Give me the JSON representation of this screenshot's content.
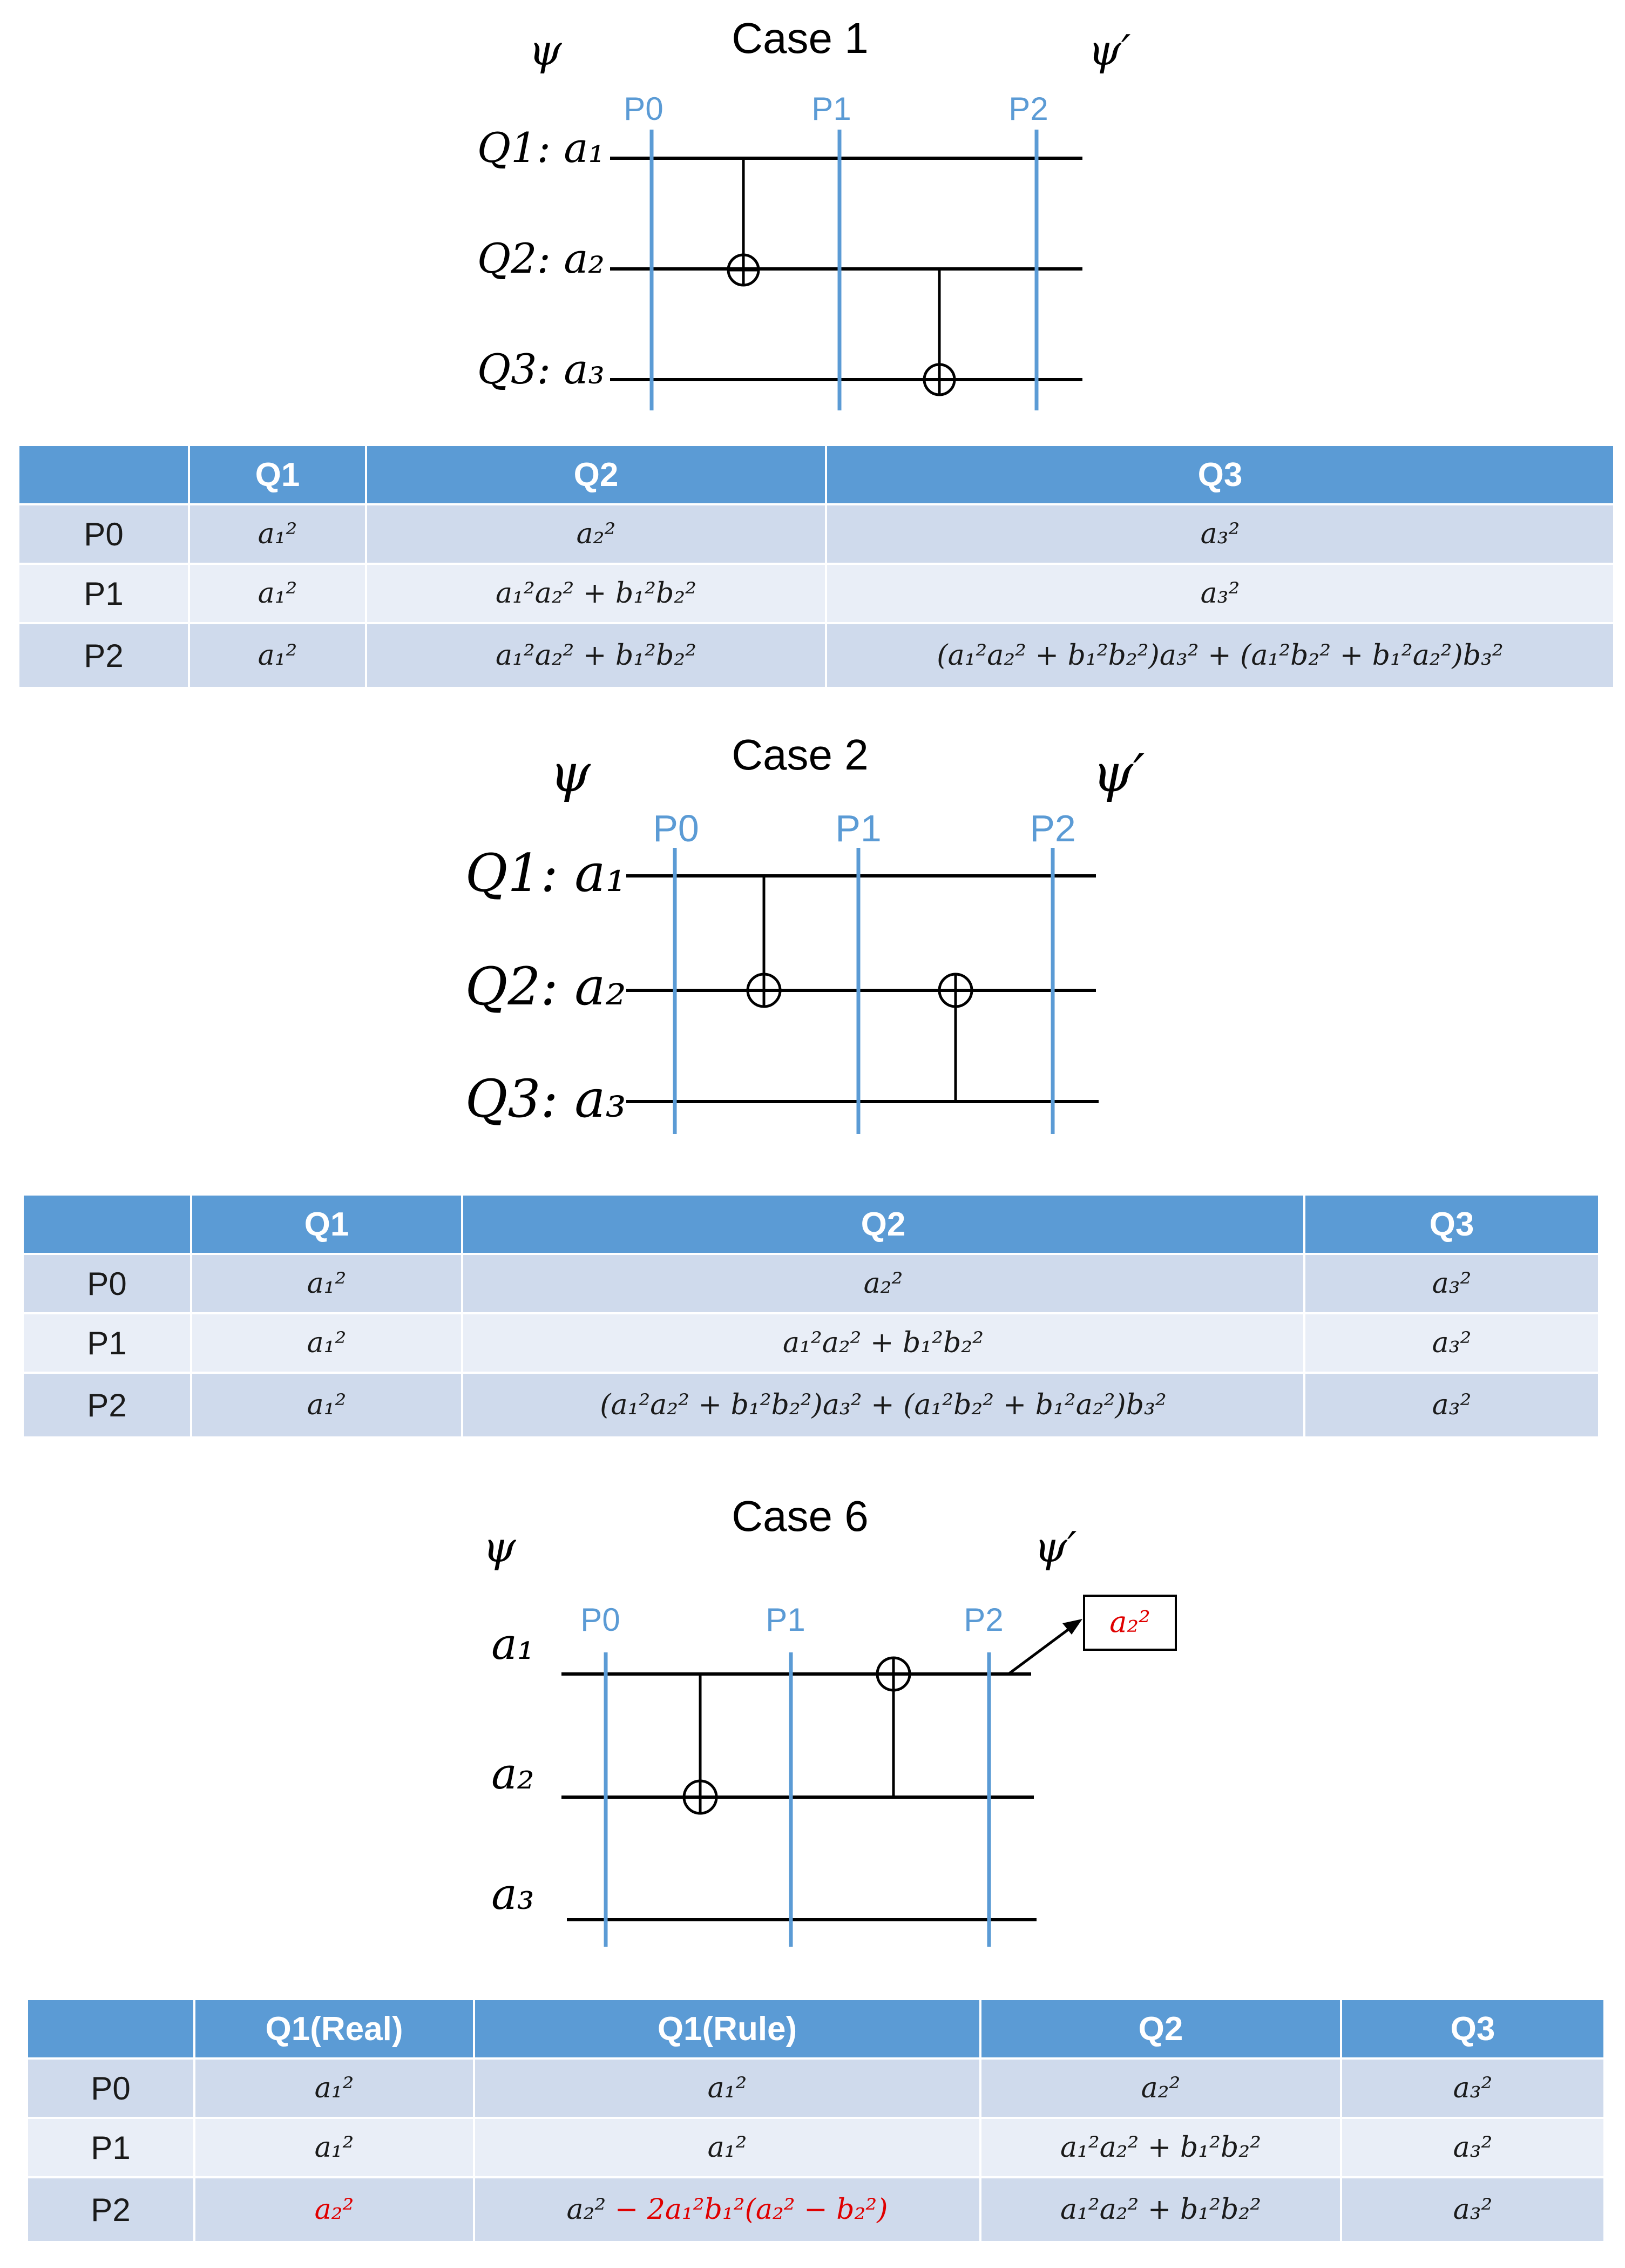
{
  "colors": {
    "p_line": "#5b9bd5",
    "header_bg": "#5b9bd5",
    "row_dark": "#cfdaec",
    "row_light": "#e9eef7",
    "highlight": "#e00000"
  },
  "cases": [
    {
      "title": "Case 1",
      "psi": "ψ",
      "psi_prime": "ψ′",
      "p_labels": [
        "P0",
        "P1",
        "P2"
      ],
      "qubits": [
        "Q1: a₁",
        "Q2: a₂",
        "Q3: a₃"
      ],
      "table": {
        "headers": [
          "",
          "Q1",
          "Q2",
          "Q3"
        ],
        "rows": [
          [
            "P0",
            "a₁²",
            "a₂²",
            "a₃²"
          ],
          [
            "P1",
            "a₁²",
            "a₁²a₂² + b₁²b₂²",
            "a₃²"
          ],
          [
            "P2",
            "a₁²",
            "a₁²a₂² + b₁²b₂²",
            "(a₁²a₂² + b₁²b₂²)a₃² + (a₁²b₂² + b₁²a₂²)b₃²"
          ]
        ]
      }
    },
    {
      "title": "Case 2",
      "psi": "ψ",
      "psi_prime": "ψ′",
      "p_labels": [
        "P0",
        "P1",
        "P2"
      ],
      "qubits": [
        "Q1: a₁",
        "Q2: a₂",
        "Q3: a₃"
      ],
      "table": {
        "headers": [
          "",
          "Q1",
          "Q2",
          "Q3"
        ],
        "rows": [
          [
            "P0",
            "a₁²",
            "a₂²",
            "a₃²"
          ],
          [
            "P1",
            "a₁²",
            "a₁²a₂² + b₁²b₂²",
            "a₃²"
          ],
          [
            "P2",
            "a₁²",
            "(a₁²a₂² + b₁²b₂²)a₃² + (a₁²b₂² + b₁²a₂²)b₃²",
            "a₃²"
          ]
        ]
      }
    },
    {
      "title": "Case 6",
      "psi": "ψ",
      "psi_prime": "ψ′",
      "p_labels": [
        "P0",
        "P1",
        "P2"
      ],
      "qubits": [
        "a₁",
        "a₂",
        "a₃"
      ],
      "output_box": "a₂²",
      "table": {
        "headers": [
          "",
          "Q1(Real)",
          "Q1(Rule)",
          "Q2",
          "Q3"
        ],
        "rows": [
          [
            "P0",
            "a₁²",
            "a₁²",
            "a₂²",
            "a₃²"
          ],
          [
            "P1",
            "a₁²",
            "a₁²",
            "a₁²a₂² + b₁²b₂²",
            "a₃²"
          ],
          [
            "P2",
            "a₂²",
            "a₂² − 2a₁²b₁²(a₂² − b₂²)",
            "a₁²a₂² + b₁²b₂²",
            "a₃²"
          ]
        ]
      }
    }
  ]
}
